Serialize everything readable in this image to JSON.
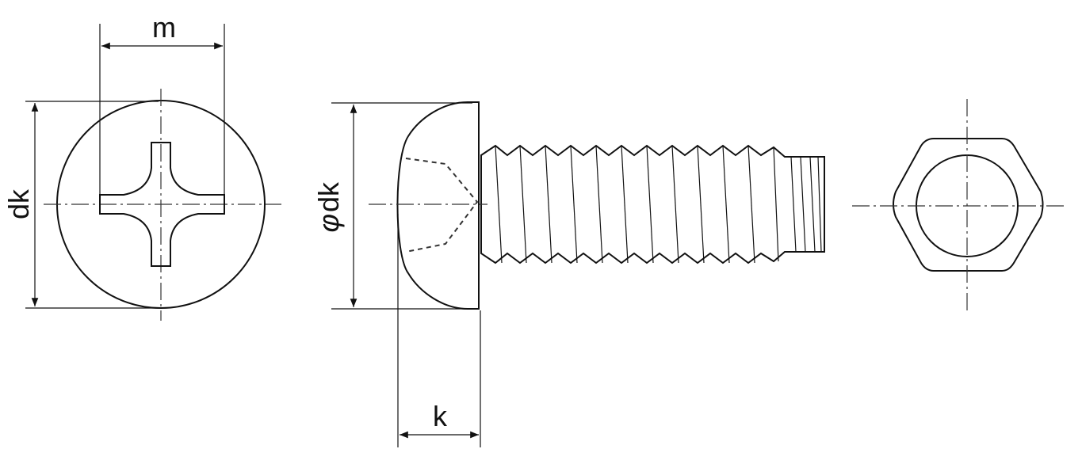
{
  "labels": {
    "m": "m",
    "dk_front": "dk",
    "phi_symbol": "φ",
    "dk_side": "dk",
    "k": "k"
  }
}
